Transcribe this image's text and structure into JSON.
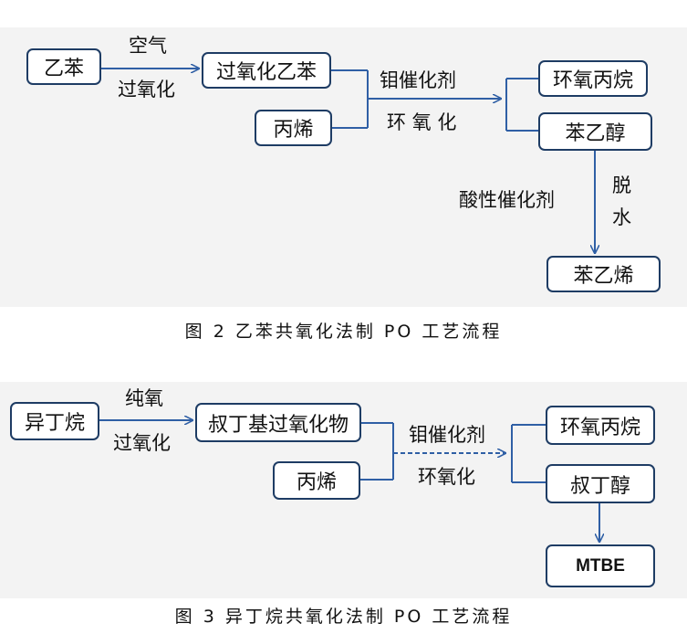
{
  "figure2": {
    "caption": "图 2  乙苯共氧化法制 PO 工艺流程",
    "nodes": {
      "ethylbenzene": "乙苯",
      "eb_hydroperoxide": "过氧化乙苯",
      "propylene": "丙烯",
      "propylene_oxide": "环氧丙烷",
      "phenylethanol": "苯乙醇",
      "styrene": "苯乙烯"
    },
    "labels": {
      "air": "空气",
      "peroxidation": "过氧化",
      "mo_catalyst": "钼催化剂",
      "epoxidation": "环 氧 化",
      "acid_catalyst": "酸性催化剂",
      "dehydration_1": "脱",
      "dehydration_2": "水"
    }
  },
  "figure3": {
    "caption": "图 3  异丁烷共氧化法制 PO 工艺流程",
    "nodes": {
      "isobutane": "异丁烷",
      "tbhp": "叔丁基过氧化物",
      "propylene": "丙烯",
      "propylene_oxide": "环氧丙烷",
      "tba": "叔丁醇",
      "mtbe": "MTBE"
    },
    "labels": {
      "pure_oxygen": "纯氧",
      "peroxidation": "过氧化",
      "mo_catalyst": "钼催化剂",
      "epoxidation": "环氧化"
    }
  },
  "colors": {
    "box_border": "#1e3c64",
    "arrow": "#2f5fa5",
    "panel_bg": "#f3f3f3"
  }
}
